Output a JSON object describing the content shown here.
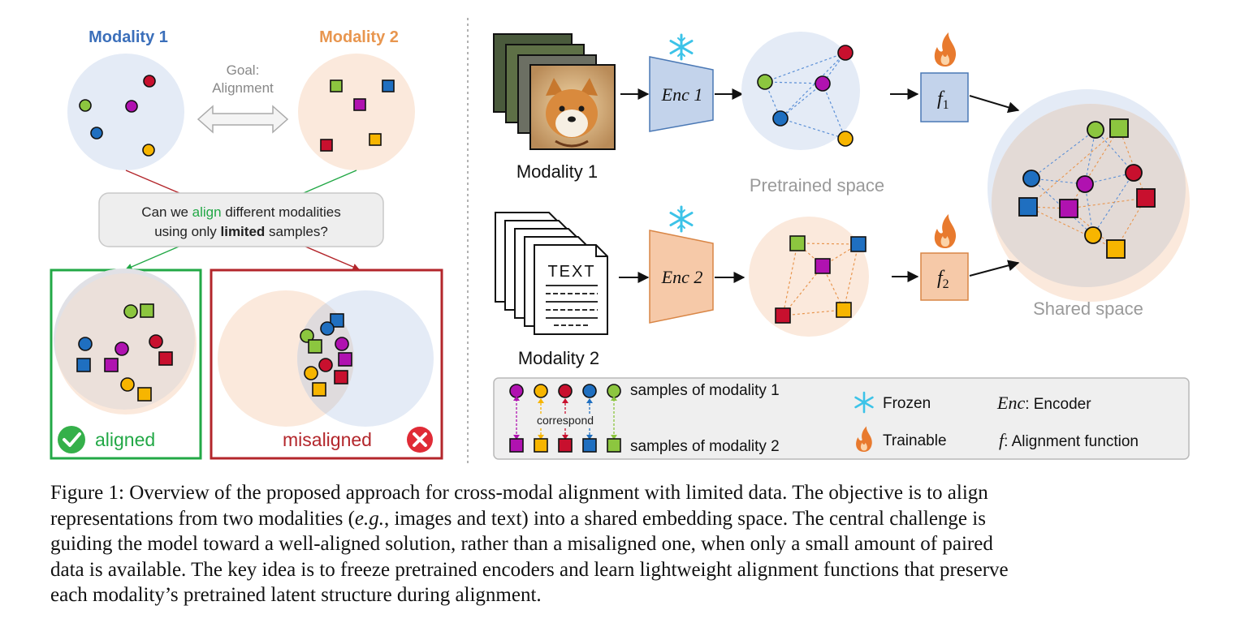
{
  "left_panel": {
    "modality1_label": "Modality 1",
    "modality2_label": "Modality 2",
    "goal_line1": "Goal:",
    "goal_line2": "Alignment",
    "question": {
      "pre": "Can we ",
      "highlight": "align",
      "mid": " different modalities",
      "line2_pre": "using only ",
      "bold": "limited",
      "line2_post": " samples?"
    },
    "aligned_label": "aligned",
    "misaligned_label": "misaligned"
  },
  "right_panel": {
    "modality1_label": "Modality 1",
    "modality2_label": "Modality 2",
    "enc1_label": "Enc 1",
    "enc2_label": "Enc 2",
    "f1_label": "f",
    "f1_sub": "1",
    "f2_label": "f",
    "f2_sub": "2",
    "doc_text": "TEXT",
    "pretrained_label": "Pretrained space",
    "shared_label": "Shared space"
  },
  "legend": {
    "samples1": "samples of modality 1",
    "samples2": "samples of modality 2",
    "correspond": "correspond",
    "frozen": "Frozen",
    "trainable": "Trainable",
    "enc_key": "Enc",
    "enc_value": ": Encoder",
    "f_key": "f",
    "f_value": ": Alignment function"
  },
  "caption": {
    "line1": "Figure 1: Overview of the proposed approach for cross-modal alignment with limited data. The objective is to align",
    "line2_pre": "representations from two modalities (",
    "line2_em": "e.g.",
    "line2_post": ", images and text) into a shared embedding space. The central challenge is",
    "line3": "guiding the model toward a well-aligned solution, rather than a misaligned one, when only a small amount of paired",
    "line4": "data is available. The key idea is to freeze pretrained encoders and learn lightweight alignment functions that preserve",
    "line5": "each modality’s pretrained latent structure during alignment."
  },
  "colors": {
    "modality1": "#3b6fba",
    "modality2": "#e8964f",
    "aligned_green": "#22a846",
    "misaligned_red": "#b3262b",
    "sample_green": "#8cc63f",
    "sample_purple": "#b012b0",
    "sample_red": "#c8102e",
    "sample_blue": "#1f6fc0",
    "sample_yellow": "#f7b500",
    "frozen_blue": "#3cc3e8",
    "flame_orange": "#e87a2e"
  },
  "icons": [
    "snowflake-icon",
    "flame-icon",
    "check-icon",
    "cross-icon",
    "dog-photo-icon",
    "document-icon"
  ]
}
